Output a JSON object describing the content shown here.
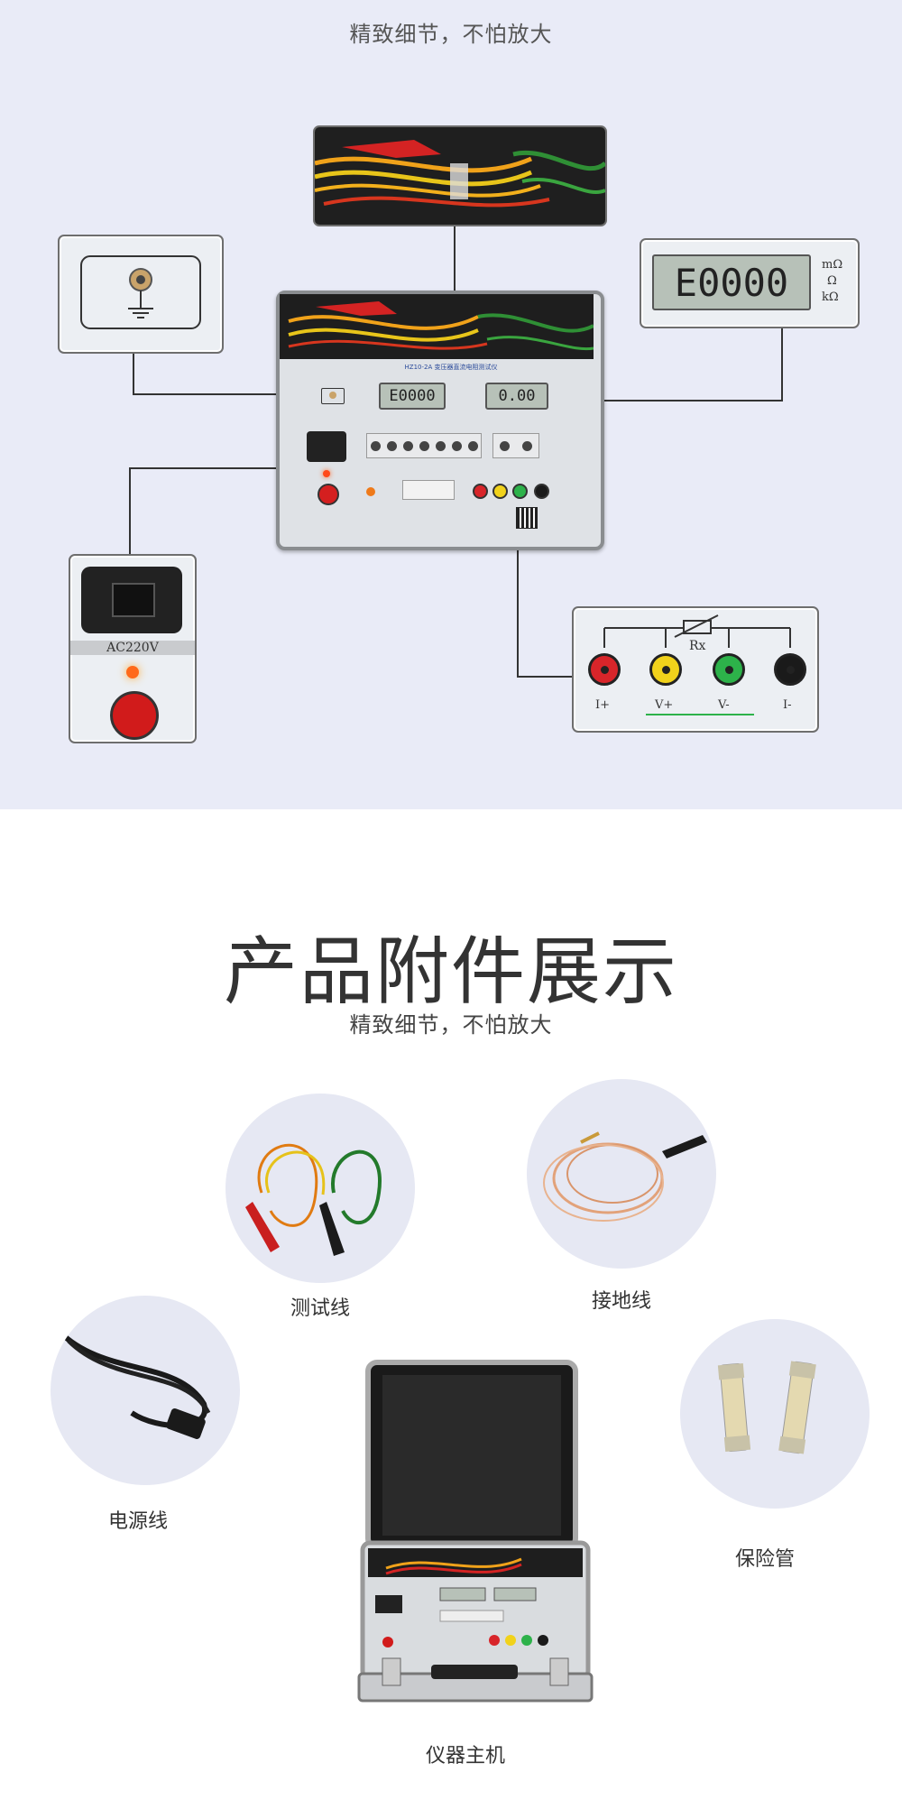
{
  "top": {
    "caption": "精致细节，不怕放大",
    "panel_title": "HZ10-2A 变压器直流电阻测试仪",
    "display_left": "E0000",
    "display_right": "0.00",
    "zoom_display": "E0000",
    "units": [
      "mΩ",
      "Ω",
      "kΩ"
    ],
    "power_label": "AC220V",
    "rx_label": "Rx",
    "terminals": [
      "I+",
      "V+",
      "V-",
      "I-"
    ]
  },
  "accessories": {
    "title": "产品附件展示",
    "subtitle": "精致细节，不怕放大",
    "items": {
      "test_leads": "测试线",
      "ground_wire": "接地线",
      "power_cord": "电源线",
      "fuse": "保险管",
      "main_unit": "仪器主机"
    }
  },
  "colors": {
    "top_bg": "#e9ebf7",
    "jack_red": "#d8252a",
    "jack_yellow": "#f1d21b",
    "jack_green": "#2db24a",
    "jack_black": "#1a1a1a"
  }
}
